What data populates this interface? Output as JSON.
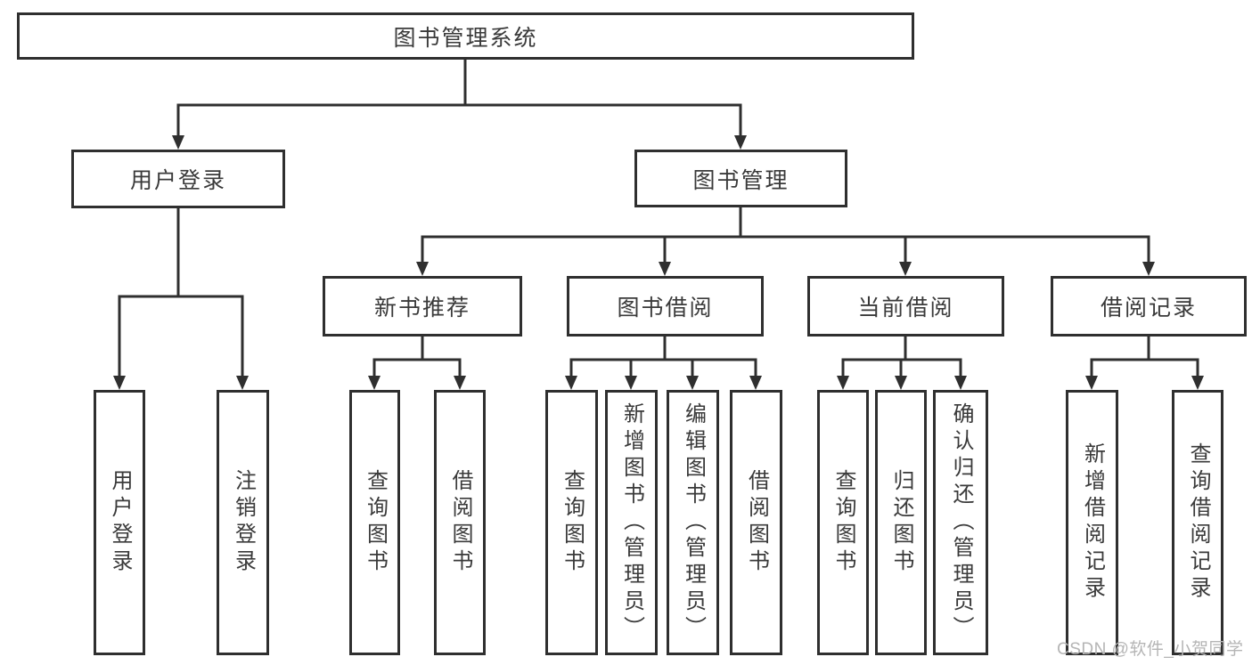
{
  "diagram": {
    "root": {
      "label": "图书管理系统"
    },
    "level2": [
      {
        "label": "用户登录",
        "children": [
          {
            "label": "用户登录"
          },
          {
            "label": "注销登录"
          }
        ]
      },
      {
        "label": "图书管理",
        "children": [
          {
            "label": "新书推荐",
            "children": [
              {
                "label": "查询图书"
              },
              {
                "label": "借阅图书"
              }
            ]
          },
          {
            "label": "图书借阅",
            "children": [
              {
                "label": "查询图书"
              },
              {
                "label": "新增图书（管理员）"
              },
              {
                "label": "编辑图书（管理员）"
              },
              {
                "label": "借阅图书"
              }
            ]
          },
          {
            "label": "当前借阅",
            "children": [
              {
                "label": "查询图书"
              },
              {
                "label": "归还图书"
              },
              {
                "label": "确认归还（管理员）"
              }
            ]
          },
          {
            "label": "借阅记录",
            "children": [
              {
                "label": "新增借阅记录"
              },
              {
                "label": "查询借阅记录"
              }
            ]
          }
        ]
      }
    ]
  },
  "watermark": {
    "text": "CSDN @软件_小贺同学"
  },
  "style": {
    "line_color": "#2f2f2f",
    "text_color": "#3a3a3a",
    "watermark_color": "#b5b5b5",
    "background": "#ffffff"
  }
}
